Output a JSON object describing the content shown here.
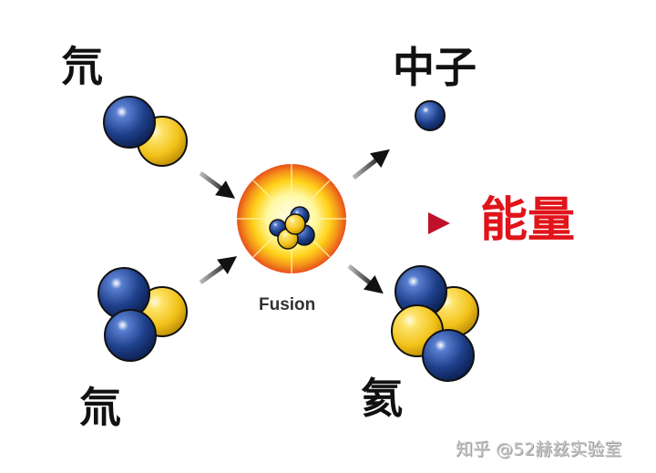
{
  "labels": {
    "deuterium": "氘",
    "tritium": "氚",
    "neutron": "中子",
    "energy": "能量",
    "helium": "氦",
    "fusion": "Fusion"
  },
  "watermark": "知乎 @52赫兹实验室",
  "colors": {
    "proton_blue": "#1e3f8a",
    "neutron_yellow": "#f2c21a",
    "energy_red": "#e0141a",
    "fusion_outer": "#e8501a"
  }
}
